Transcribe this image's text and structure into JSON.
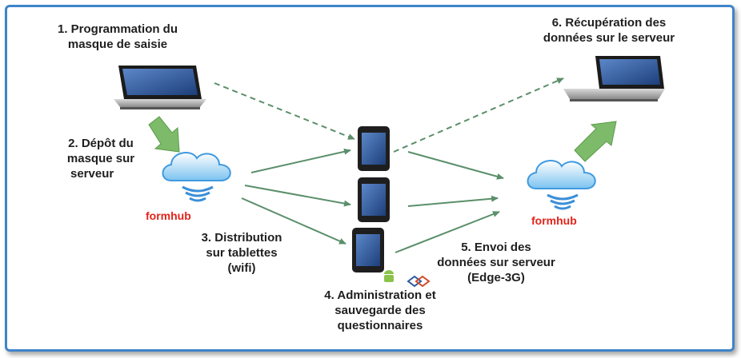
{
  "steps": {
    "step1": [
      "1. Programmation du",
      "masque de saisie"
    ],
    "step2": [
      "2. Dépôt du",
      "masque sur",
      "serveur"
    ],
    "step3": [
      "3. Distribution",
      "sur tablettes",
      "(wifi)"
    ],
    "step4": [
      "4. Administration et",
      "sauvegarde des",
      "questionnaires"
    ],
    "step5": [
      "5. Envoi des",
      "données sur serveur",
      "(Edge-3G)"
    ],
    "step6": [
      "6. Récupération des",
      "données sur le serveur"
    ]
  },
  "brand": {
    "left": "formhub",
    "right": "formhub"
  },
  "colors": {
    "frame": "#3f84c9",
    "arrow": "#5a8f6a",
    "big_arrow": "#7dbb6a",
    "formhub_red": "#e2231a",
    "cloud": "#4aa7e6"
  }
}
